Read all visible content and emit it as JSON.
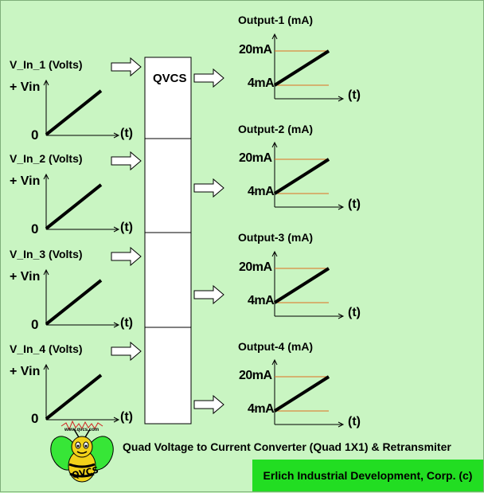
{
  "inputs": [
    {
      "label": "V_In_1 (Volts)",
      "vin": "+ Vin",
      "zero": "0",
      "t": "(t)"
    },
    {
      "label": "V_In_2 (Volts)",
      "vin": "+ Vin",
      "zero": "0",
      "t": "(t)"
    },
    {
      "label": "V_In_3 (Volts)",
      "vin": "+ Vin",
      "zero": "0",
      "t": "(t)"
    },
    {
      "label": "V_In_4 (Volts)",
      "vin": "+ Vin",
      "zero": "0",
      "t": "(t)"
    }
  ],
  "outputs": [
    {
      "title": "Output-1 (mA)",
      "high": "20mA",
      "low": "4mA",
      "t": "(t)"
    },
    {
      "title": "Output-2 (mA)",
      "high": "20mA",
      "low": "4mA",
      "t": "(t)"
    },
    {
      "title": "Output-3 (mA)",
      "high": "20mA",
      "low": "4mA",
      "t": "(t)"
    },
    {
      "title": "Output-4 (mA)",
      "high": "20mA",
      "low": "4mA",
      "t": "(t)"
    }
  ],
  "module": {
    "label": "QVCS"
  },
  "caption": "Quad Voltage to Current Converter (Quad 1X1) & Retransmiter",
  "company": "Erlich Industrial Development, Corp. (c)",
  "logo": {
    "text": "QVCS",
    "web": "www.qvcs.com"
  },
  "colors": {
    "background": "#c9f5c2",
    "company_bar": "#22dd22",
    "limit_line": "#e07020",
    "logo_body": "#f2d21a",
    "logo_wings": "#37e637"
  }
}
